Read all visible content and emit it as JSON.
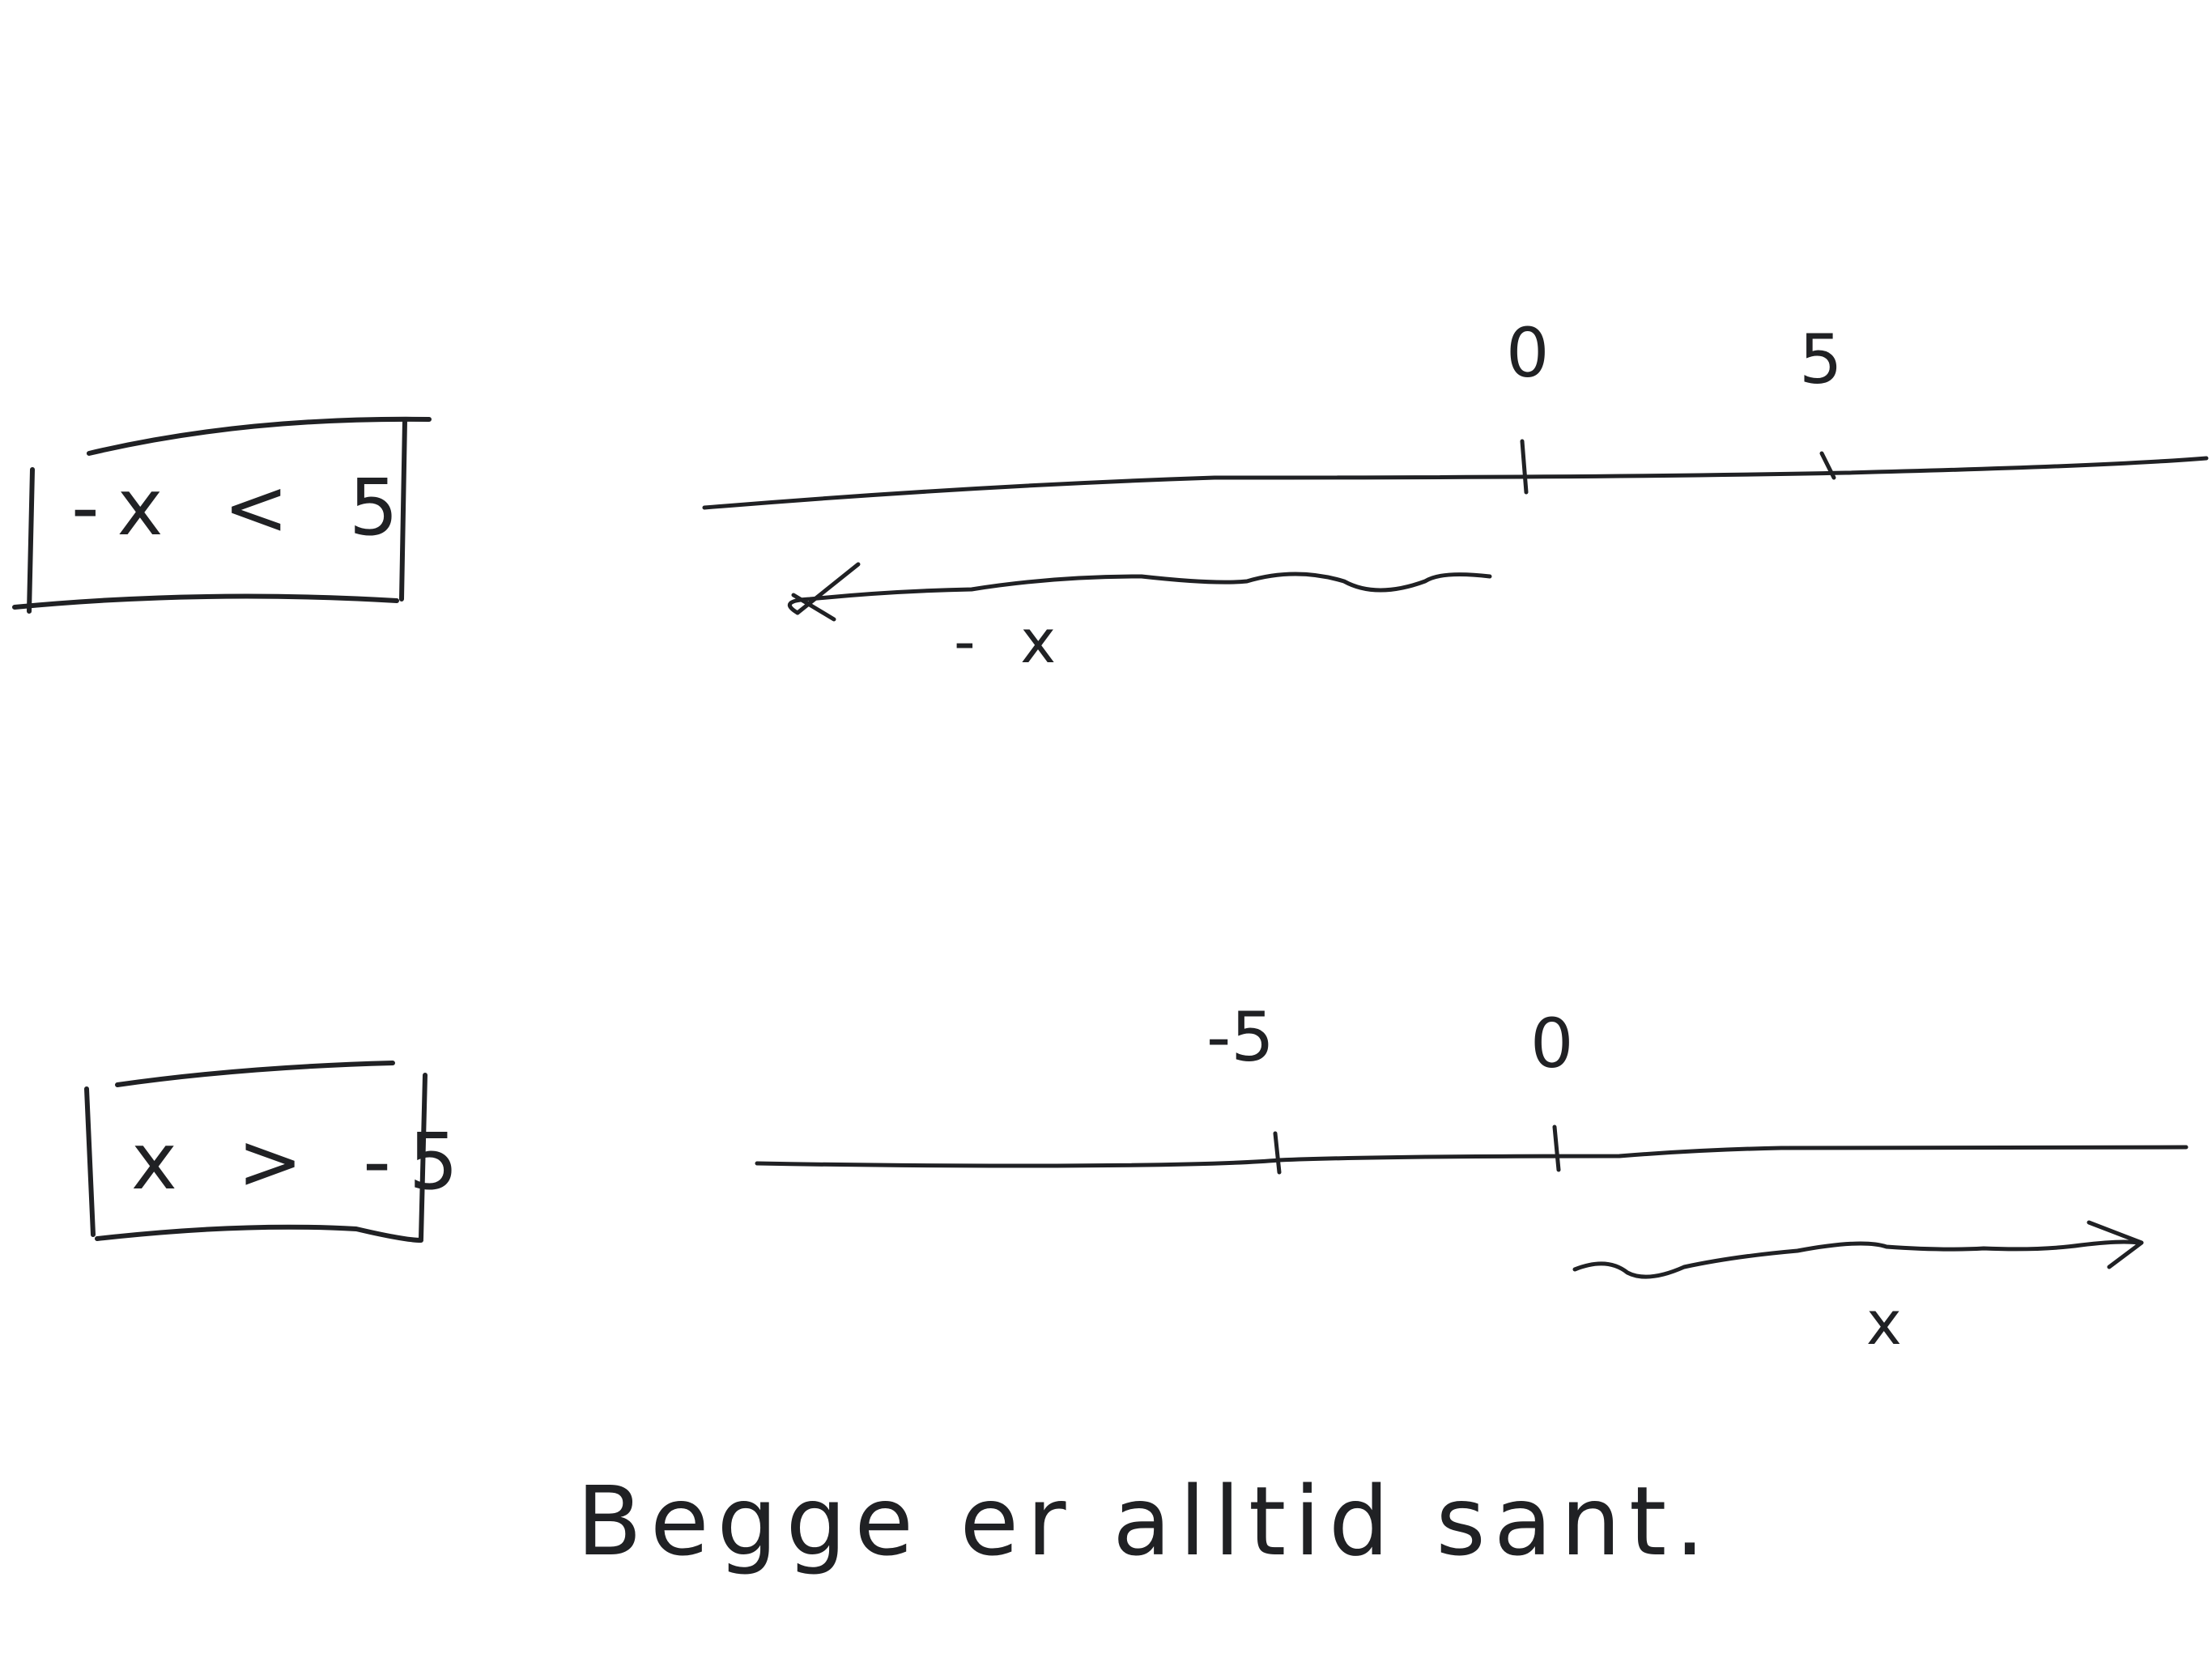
{
  "background": "#ffffff",
  "ink_color": "#202124",
  "panels": [
    {
      "inequality": "-x < 5",
      "tick_labels": [
        "0",
        "5"
      ],
      "direction_label": "- x",
      "arrow_direction": "left"
    },
    {
      "inequality": "x > -5",
      "tick_labels": [
        "-5",
        "0"
      ],
      "direction_label": "x",
      "arrow_direction": "right"
    }
  ],
  "conclusion": "Begge er alltid sant."
}
